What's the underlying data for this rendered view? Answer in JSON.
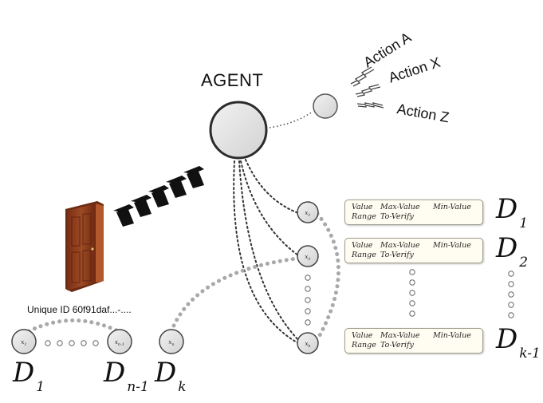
{
  "agent": {
    "label": "AGENT"
  },
  "actions": [
    {
      "label": "Action A"
    },
    {
      "label": "Action X"
    },
    {
      "label": "Action Z"
    }
  ],
  "unique_id": "Unique ID 60f91daf...-....",
  "variable_nodes": [
    "x1",
    "x2",
    "xk"
  ],
  "field_row": {
    "line1": [
      "Value",
      "Max-Value",
      "Min-Value"
    ],
    "line2": [
      "Range",
      "To-Verify"
    ]
  },
  "right_datasets": [
    {
      "letter": "D",
      "sub": "1"
    },
    {
      "letter": "D",
      "sub": "2"
    },
    {
      "letter": "D",
      "sub": "k-1"
    }
  ],
  "bottom_datasets": [
    {
      "letter": "D",
      "sub": "1"
    },
    {
      "letter": "D",
      "sub": "n-1"
    },
    {
      "letter": "D",
      "sub": "k"
    }
  ],
  "bottom_nodes": [
    "x1",
    "xn-1",
    "xn"
  ],
  "colors": {
    "node_fill": "#e2e2e2",
    "node_stroke": "#4a4a4a",
    "door_wood": "#8b3a1e",
    "door_frame": "#6a2a12",
    "box_fill": "#fffdf1",
    "dotted_gray": "#a9a9a9"
  },
  "icons": [
    "door-icon",
    "chevron-arrow-icon",
    "lightning-icon"
  ]
}
